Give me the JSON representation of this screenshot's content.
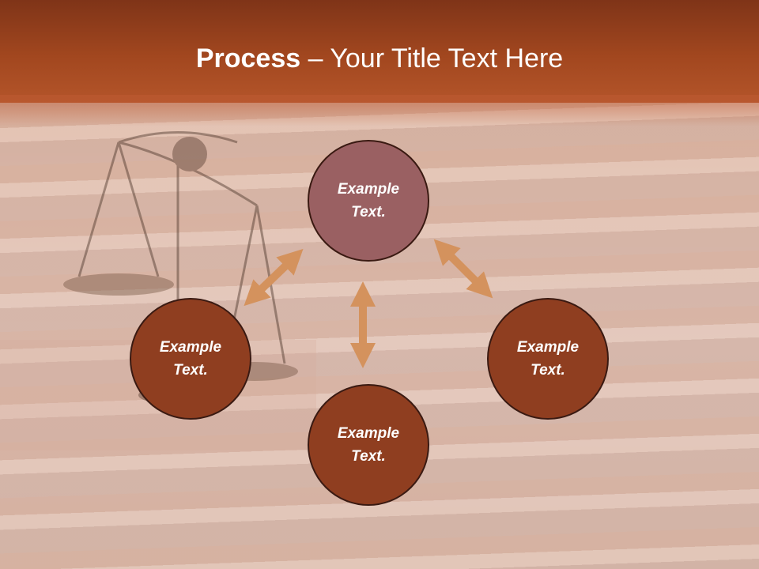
{
  "title": {
    "bold": "Process",
    "rest": " – Your Title Text Here"
  },
  "nodes": {
    "top": {
      "line1": "Example",
      "line2": "Text."
    },
    "left": {
      "line1": "Example",
      "line2": "Text."
    },
    "right": {
      "line1": "Example",
      "line2": "Text."
    },
    "bottom": {
      "line1": "Example",
      "line2": "Text."
    }
  },
  "colors": {
    "header": "#a2471f",
    "node_accent": "#9a6062",
    "node_fill": "#8f3e20",
    "node_border": "#3a1a12",
    "arrow": "#d4925d"
  }
}
